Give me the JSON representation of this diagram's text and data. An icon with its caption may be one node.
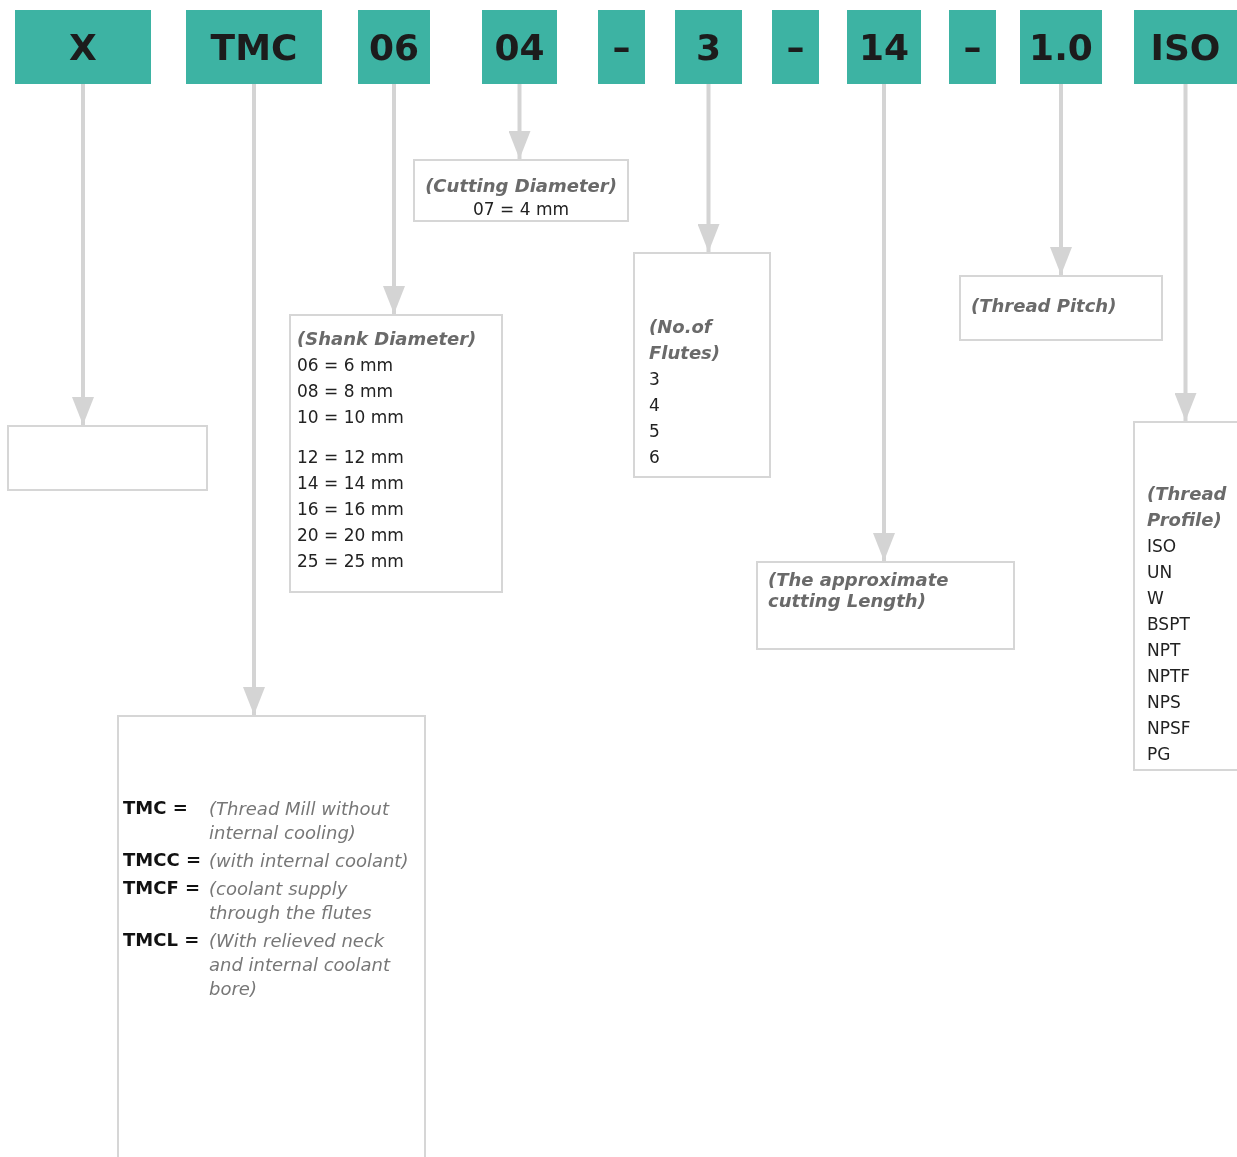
{
  "diagram": {
    "nodes": [
      {
        "text": [
          "X"
        ]
      },
      {
        "text": [
          "TMC"
        ]
      },
      {
        "text": [
          "06"
        ]
      },
      {
        "text": [
          "04"
        ]
      },
      {
        "text": [
          "–"
        ]
      },
      {
        "text": [
          "3"
        ]
      },
      {
        "text": [
          "–"
        ]
      },
      {
        "text": [
          "14"
        ]
      },
      {
        "text": [
          "–"
        ]
      },
      {
        "text": [
          "1.0"
        ]
      },
      {
        "text": [
          "ISO"
        ]
      },
      {
        "text": [],
        "shape": "box"
      },
      {
        "text": [
          "(Cutting Diameter)",
          "07 = 4 mm"
        ]
      },
      {
        "text": [
          "(Shank Diameter)",
          "06 = 6 mm",
          "08 = 8 mm",
          "10 = 10 mm",
          "12 = 12 mm",
          "14 = 14 mm",
          "16 = 16 mm",
          "20 = 20 mm",
          "25 = 25 mm"
        ]
      },
      {
        "text": [
          "(No.of Flutes)",
          "3",
          "4",
          "5",
          "6"
        ]
      },
      {
        "text": [
          "(Thread Pitch)"
        ]
      },
      {
        "text": [
          "(The approximate cutting Length)"
        ]
      },
      {
        "text": [
          "(Thread Profile)",
          "ISO",
          "UN",
          "W",
          "BSPT",
          "NPT",
          "NPTF",
          "NPS",
          "NPSF",
          "PG"
        ]
      },
      {
        "text": [
          "TMC =",
          "(Thread Mill without internal cooling)",
          "TMCC =",
          "(with internal coolant)",
          "TMCF =",
          "(coolant supply through the flutes",
          "TMCL =",
          "(With relieved neck and internal coolant bore)"
        ]
      }
    ],
    "edges": [
      {
        "from": 0,
        "to": 11,
        "arrow": "to"
      },
      {
        "from": 1,
        "to": 18,
        "arrow": "to"
      },
      {
        "from": 2,
        "to": 13,
        "arrow": "to"
      },
      {
        "from": 3,
        "to": 12,
        "arrow": "to"
      },
      {
        "from": 5,
        "to": 14,
        "arrow": "to"
      },
      {
        "from": 7,
        "to": 16,
        "arrow": "to"
      },
      {
        "from": 9,
        "to": 15,
        "arrow": "to"
      },
      {
        "from": 10,
        "to": 17,
        "arrow": "to"
      }
    ]
  }
}
